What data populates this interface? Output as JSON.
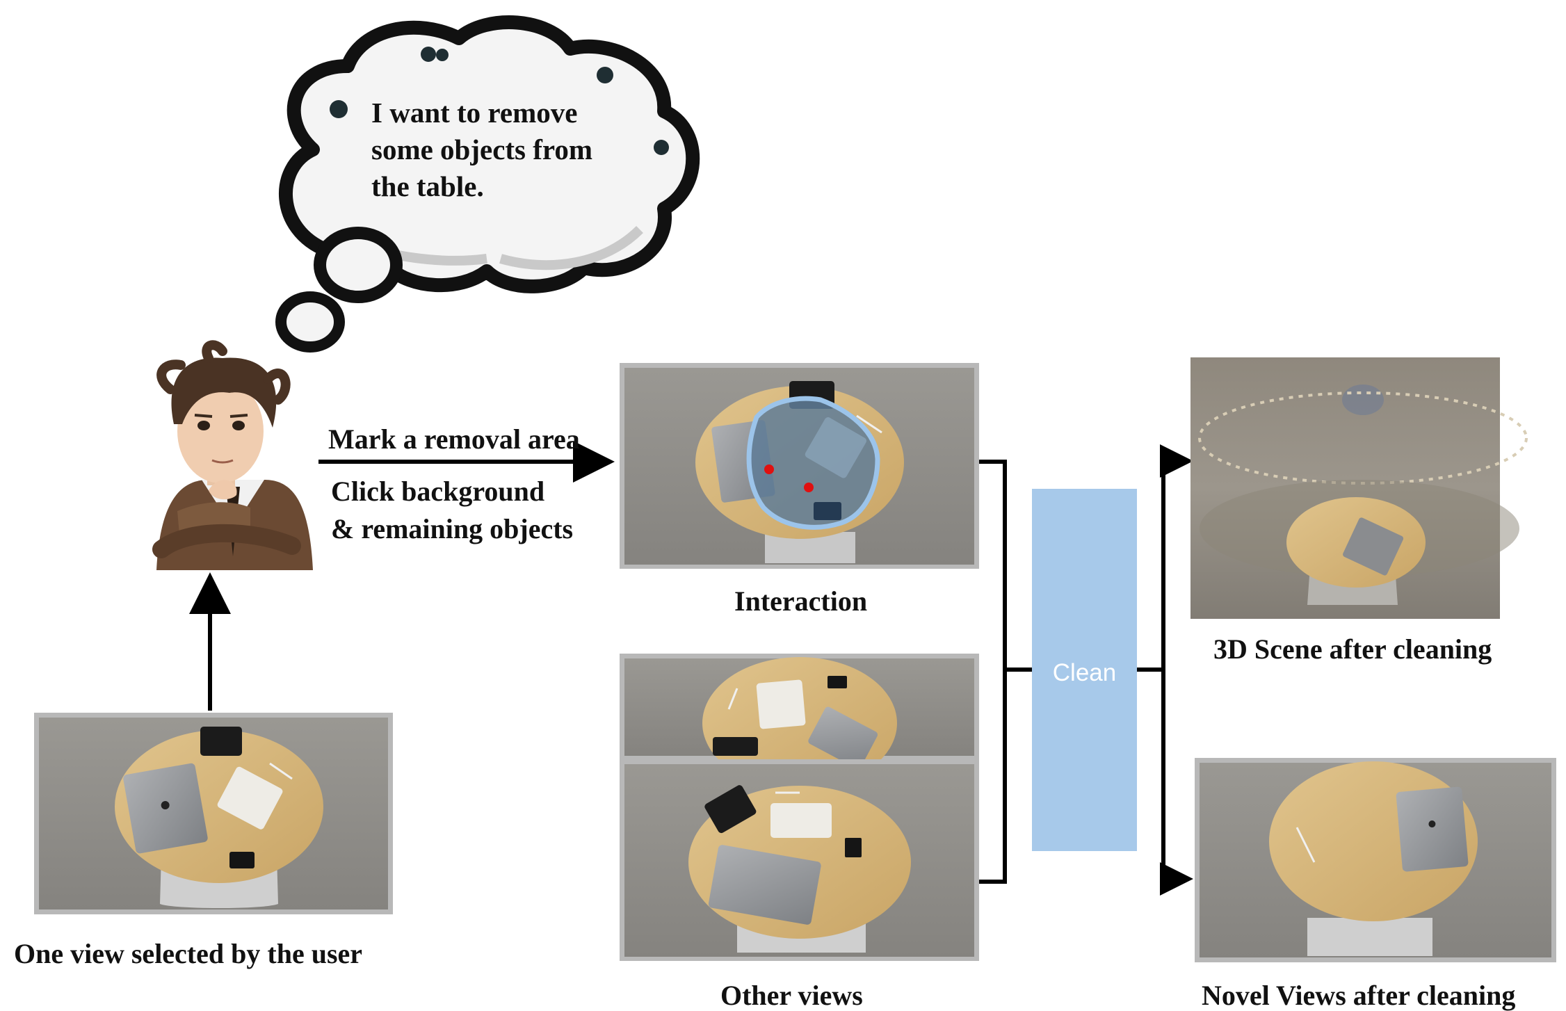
{
  "thought_bubble": {
    "lines": [
      "I want to remove",
      "some objects from",
      "the table."
    ]
  },
  "arrow_labels": {
    "mark": "Mark a removal area",
    "click_line1": "Click background",
    "click_line2": "& remaining objects"
  },
  "captions": {
    "user_view": "One view selected by the user",
    "interaction": "Interaction",
    "other_views": "Other views",
    "scene_3d": "3D Scene after cleaning",
    "novel_views": "Novel Views after cleaning"
  },
  "clean_step": {
    "label": "Clean",
    "color": "#a7c9ea"
  },
  "icons": [
    "thought-bubble-icon",
    "user-avatar-icon",
    "apple-logo-icon",
    "arrow-icon"
  ],
  "colors": {
    "frame": "#b5b5b5",
    "table_top": "#d7b77c",
    "floor": "#8f8d88",
    "mask_fill": "#5f7d98",
    "mask_outline": "#9cc4ea",
    "click_point": "#e01010"
  }
}
